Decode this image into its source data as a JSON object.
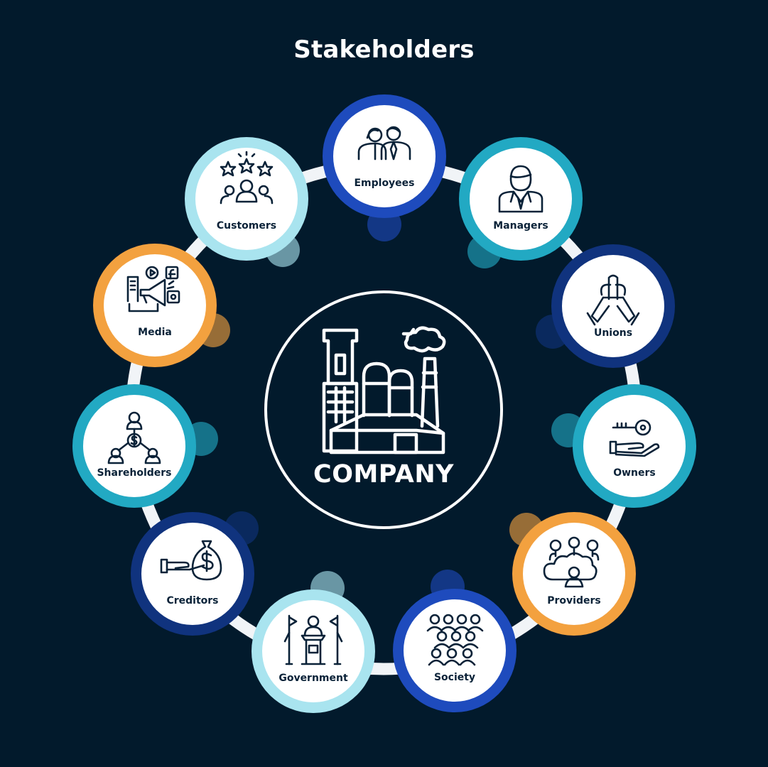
{
  "title": "Stakeholders",
  "center": {
    "label": "COMPANY",
    "icon": "factory-icon"
  },
  "colors": {
    "background": "#021a2c",
    "ring": "#f1f4f7",
    "dark_blue": "#10337e",
    "royal_blue": "#1e4bbd",
    "teal": "#22a9c3",
    "light_teal": "#a9e4ef",
    "orange": "#f3a13f"
  },
  "stakeholders": [
    {
      "label": "Employees",
      "icon": "employees-icon",
      "color": "royal_blue"
    },
    {
      "label": "Managers",
      "icon": "manager-icon",
      "color": "teal"
    },
    {
      "label": "Unions",
      "icon": "handshake-icon",
      "color": "dark_blue"
    },
    {
      "label": "Owners",
      "icon": "key-hand-icon",
      "color": "teal"
    },
    {
      "label": "Providers",
      "icon": "cloud-network-icon",
      "color": "orange"
    },
    {
      "label": "Society",
      "icon": "crowd-icon",
      "color": "royal_blue"
    },
    {
      "label": "Government",
      "icon": "podium-icon",
      "color": "light_teal"
    },
    {
      "label": "Creditors",
      "icon": "money-hand-icon",
      "color": "dark_blue"
    },
    {
      "label": "Shareholders",
      "icon": "network-dollar-icon",
      "color": "teal"
    },
    {
      "label": "Media",
      "icon": "megaphone-icon",
      "color": "orange"
    },
    {
      "label": "Customers",
      "icon": "rating-icon",
      "color": "light_teal"
    }
  ]
}
